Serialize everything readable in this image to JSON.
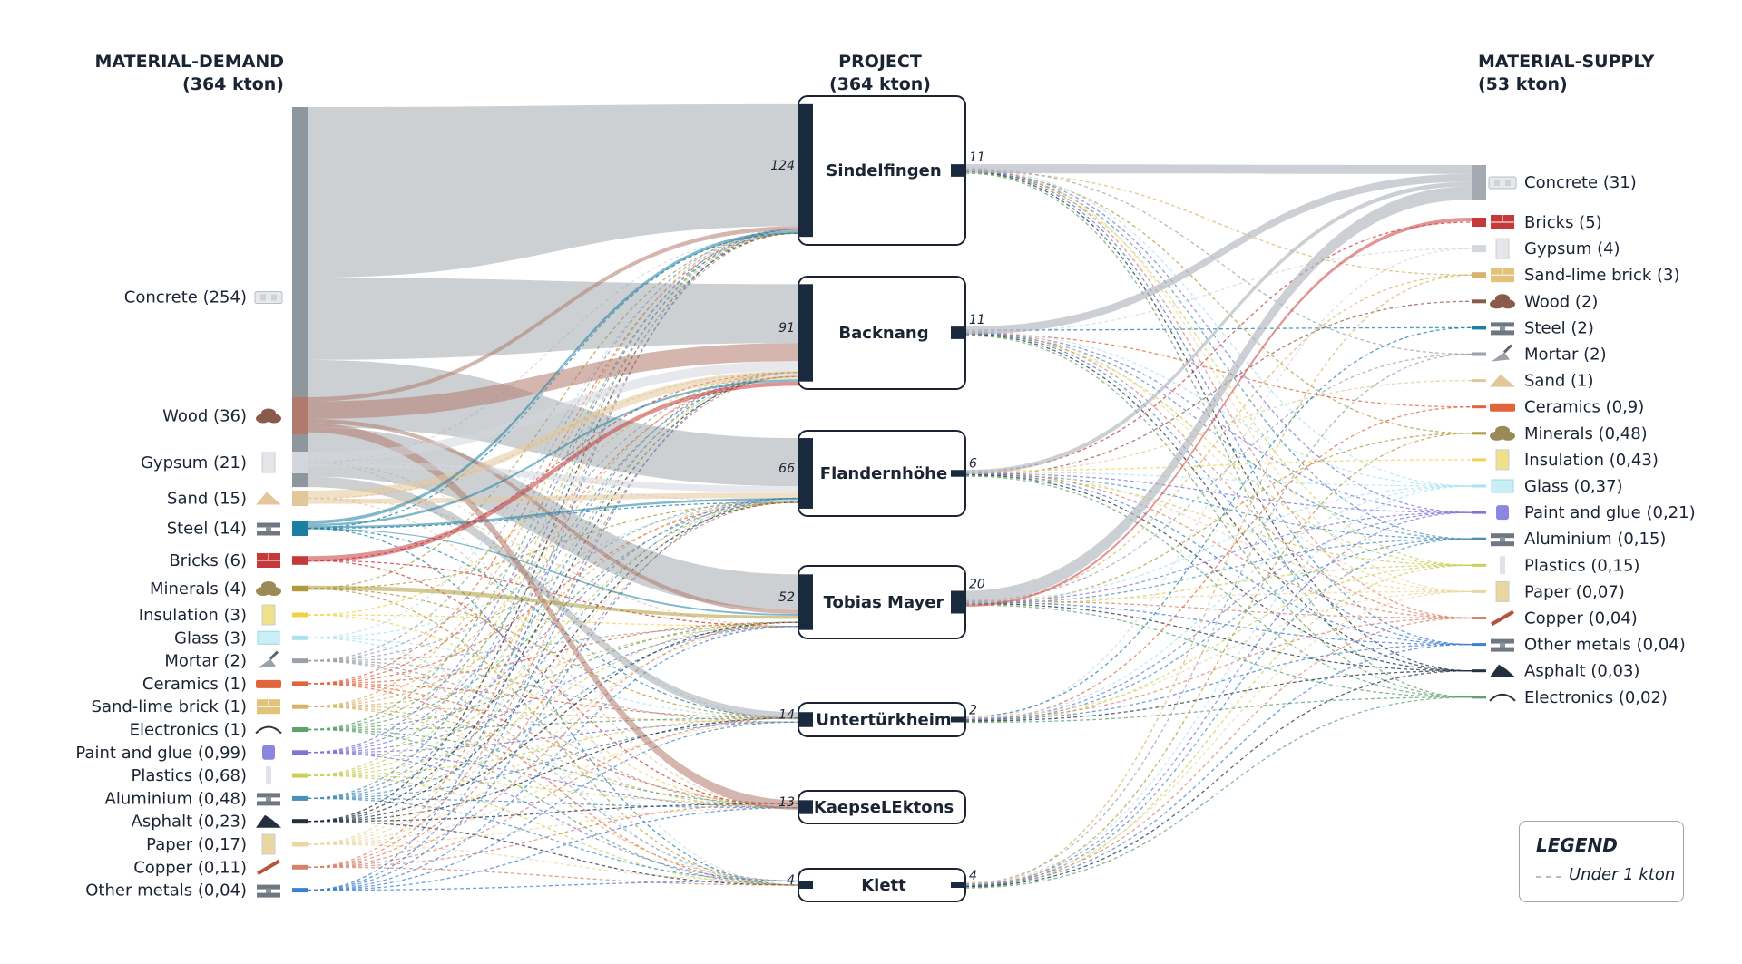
{
  "titles": {
    "demand": [
      "MATERIAL-DEMAND",
      "(364 kton)"
    ],
    "project": [
      "PROJECT",
      "(364 kton)"
    ],
    "supply": [
      "MATERIAL-SUPPLY",
      "(53 kton)"
    ]
  },
  "demand": [
    {
      "label": "Concrete (254)",
      "value": 254,
      "color": "#8e969e",
      "icon": "concrete-block-icon"
    },
    {
      "label": "Wood (36)",
      "value": 36,
      "color": "#b07a6c",
      "icon": "wood-pile-icon"
    },
    {
      "label": "Gypsum (21)",
      "value": 21,
      "color": "#d3d6da",
      "icon": "gypsum-board-icon"
    },
    {
      "label": "Sand (15)",
      "value": 15,
      "color": "#e3c79a",
      "icon": "sand-pile-icon"
    },
    {
      "label": "Steel (14)",
      "value": 14,
      "color": "#1b7ea3",
      "icon": "steel-beam-icon"
    },
    {
      "label": "Bricks (6)",
      "value": 6,
      "color": "#c43a3a",
      "icon": "bricks-icon"
    },
    {
      "label": "Minerals (4)",
      "value": 4,
      "color": "#b09a3c",
      "icon": "minerals-icon"
    },
    {
      "label": "Insulation (3)",
      "value": 3,
      "color": "#f0d24a",
      "icon": "insulation-icon"
    },
    {
      "label": "Glass (3)",
      "value": 3,
      "color": "#a9e3ef",
      "icon": "glass-icon"
    },
    {
      "label": "Mortar (2)",
      "value": 2,
      "color": "#9aa1a8",
      "icon": "trowel-icon"
    },
    {
      "label": "Ceramics (1)",
      "value": 1,
      "color": "#e0643c",
      "icon": "ceramics-icon"
    },
    {
      "label": "Sand-lime brick (1)",
      "value": 1,
      "color": "#d9b36a",
      "icon": "sand-lime-brick-icon"
    },
    {
      "label": "Electronics (1)",
      "value": 1,
      "color": "#5fa36a",
      "icon": "cable-icon"
    },
    {
      "label": "Paint and glue (0,99)",
      "value": 0.99,
      "color": "#7b76d8",
      "icon": "paint-bucket-icon"
    },
    {
      "label": "Plastics (0,68)",
      "value": 0.68,
      "color": "#c8cf5a",
      "icon": "plastic-pipe-icon"
    },
    {
      "label": "Aluminium (0,48)",
      "value": 0.48,
      "color": "#4a8fb8",
      "icon": "aluminium-profile-icon"
    },
    {
      "label": "Asphalt (0,23)",
      "value": 0.23,
      "color": "#243040",
      "icon": "asphalt-icon"
    },
    {
      "label": "Paper (0,17)",
      "value": 0.17,
      "color": "#ead7a0",
      "icon": "paper-icon"
    },
    {
      "label": "Copper (0,11)",
      "value": 0.11,
      "color": "#d9826a",
      "icon": "copper-pipe-icon"
    },
    {
      "label": "Other metals (0,04)",
      "value": 0.04,
      "color": "#3f7fd0",
      "icon": "metal-ingot-icon"
    }
  ],
  "projects": [
    {
      "name": "Sindelfingen",
      "demand": "124",
      "supply": "11",
      "demand_value": 124,
      "supply_value": 11
    },
    {
      "name": "Backnang",
      "demand": "91",
      "supply": "11",
      "demand_value": 91,
      "supply_value": 11
    },
    {
      "name": "Flandernhöhe",
      "demand": "66",
      "supply": "6",
      "demand_value": 66,
      "supply_value": 6
    },
    {
      "name": "Tobias Mayer",
      "demand": "52",
      "supply": "20",
      "demand_value": 52,
      "supply_value": 20
    },
    {
      "name": "Untertürkheim",
      "demand": "14",
      "supply": "2",
      "demand_value": 14,
      "supply_value": 2
    },
    {
      "name": "KaepseLEktons",
      "demand": "13",
      "supply": "",
      "demand_value": 13,
      "supply_value": 0
    },
    {
      "name": "Klett",
      "demand": "4",
      "supply": "4",
      "demand_value": 4,
      "supply_value": 4
    }
  ],
  "supply": [
    {
      "label": "Concrete (31)",
      "value": 31,
      "color": "#a3aab1",
      "icon": "concrete-block-icon"
    },
    {
      "label": "Bricks (5)",
      "value": 5,
      "color": "#c43a3a",
      "icon": "bricks-icon"
    },
    {
      "label": "Gypsum (4)",
      "value": 4,
      "color": "#d3d6da",
      "icon": "gypsum-board-icon"
    },
    {
      "label": "Sand-lime brick (3)",
      "value": 3,
      "color": "#d9b36a",
      "icon": "sand-lime-brick-icon"
    },
    {
      "label": "Wood (2)",
      "value": 2,
      "color": "#8a5a4a",
      "icon": "wood-pile-icon"
    },
    {
      "label": "Steel (2)",
      "value": 2,
      "color": "#1b7ea3",
      "icon": "steel-beam-icon"
    },
    {
      "label": "Mortar (2)",
      "value": 2,
      "color": "#9aa1a8",
      "icon": "trowel-icon"
    },
    {
      "label": "Sand (1)",
      "value": 1,
      "color": "#e3c79a",
      "icon": "sand-pile-icon"
    },
    {
      "label": "Ceramics (0,9)",
      "value": 0.9,
      "color": "#e0643c",
      "icon": "ceramics-icon"
    },
    {
      "label": "Minerals (0,48)",
      "value": 0.48,
      "color": "#b09a3c",
      "icon": "minerals-icon"
    },
    {
      "label": "Insulation (0,43)",
      "value": 0.43,
      "color": "#f0d24a",
      "icon": "insulation-icon"
    },
    {
      "label": "Glass (0,37)",
      "value": 0.37,
      "color": "#a9e3ef",
      "icon": "glass-icon"
    },
    {
      "label": "Paint and glue (0,21)",
      "value": 0.21,
      "color": "#7b76d8",
      "icon": "paint-bucket-icon"
    },
    {
      "label": "Aluminium (0,15)",
      "value": 0.15,
      "color": "#4a8fb8",
      "icon": "aluminium-profile-icon"
    },
    {
      "label": "Plastics (0,15)",
      "value": 0.15,
      "color": "#c8cf5a",
      "icon": "plastic-pipe-icon"
    },
    {
      "label": "Paper (0,07)",
      "value": 0.07,
      "color": "#ead7a0",
      "icon": "paper-icon"
    },
    {
      "label": "Copper (0,04)",
      "value": 0.04,
      "color": "#d9826a",
      "icon": "copper-pipe-icon"
    },
    {
      "label": "Other metals (0,04)",
      "value": 0.04,
      "color": "#3f7fd0",
      "icon": "metal-ingot-icon"
    },
    {
      "label": "Asphalt (0,03)",
      "value": 0.03,
      "color": "#243040",
      "icon": "asphalt-icon"
    },
    {
      "label": "Electronics (0,02)",
      "value": 0.02,
      "color": "#5fa36a",
      "icon": "cable-icon"
    }
  ],
  "demand_flows": [
    {
      "from": "Concrete (254)",
      "to": "Sindelfingen",
      "value": 114
    },
    {
      "from": "Concrete (254)",
      "to": "Backnang",
      "value": 55
    },
    {
      "from": "Concrete (254)",
      "to": "Flandernhöhe",
      "value": 45
    },
    {
      "from": "Concrete (254)",
      "to": "Tobias Mayer",
      "value": 33
    },
    {
      "from": "Concrete (254)",
      "to": "Untertürkheim",
      "value": 7
    },
    {
      "from": "Wood (36)",
      "to": "Sindelfingen",
      "value": 4
    },
    {
      "from": "Wood (36)",
      "to": "Backnang",
      "value": 17
    },
    {
      "from": "Wood (36)",
      "to": "Tobias Mayer",
      "value": 4
    },
    {
      "from": "Wood (36)",
      "to": "KaepseLEktons",
      "value": 9
    },
    {
      "from": "Gypsum (21)",
      "to": "Backnang",
      "value": 9
    },
    {
      "from": "Gypsum (21)",
      "to": "Flandernhöhe",
      "value": 6
    },
    {
      "from": "Sand (15)",
      "to": "Backnang",
      "value": 8
    },
    {
      "from": "Sand (15)",
      "to": "Flandernhöhe",
      "value": 5
    },
    {
      "from": "Steel (14)",
      "to": "Sindelfingen",
      "value": 3
    },
    {
      "from": "Steel (14)",
      "to": "Backnang",
      "value": 2
    },
    {
      "from": "Steel (14)",
      "to": "Flandernhöhe",
      "value": 2
    },
    {
      "from": "Steel (14)",
      "to": "Tobias Mayer",
      "value": 1
    },
    {
      "from": "Bricks (6)",
      "to": "Backnang",
      "value": 4
    },
    {
      "from": "Minerals (4)",
      "to": "Tobias Mayer",
      "value": 3
    }
  ],
  "supply_flows": [
    {
      "from": "Sindelfingen",
      "to": "Concrete (31)",
      "value": 8
    },
    {
      "from": "Backnang",
      "to": "Concrete (31)",
      "value": 7
    },
    {
      "from": "Flandernhöhe",
      "to": "Concrete (31)",
      "value": 4
    },
    {
      "from": "Tobias Mayer",
      "to": "Concrete (31)",
      "value": 12
    },
    {
      "from": "Tobias Mayer",
      "to": "Bricks (5)",
      "value": 2
    }
  ],
  "legend": {
    "title": "LEGEND",
    "item": "Under 1 kton"
  }
}
